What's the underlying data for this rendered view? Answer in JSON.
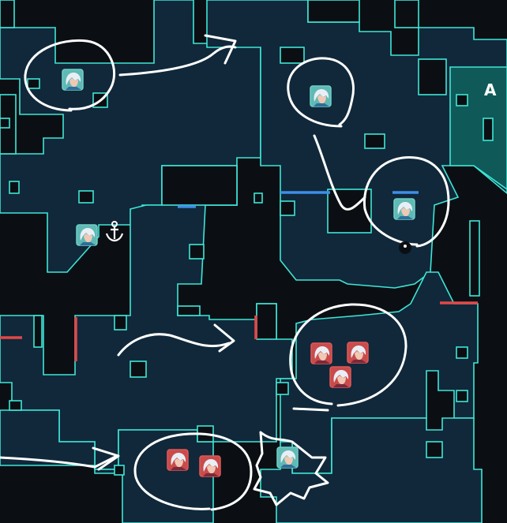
{
  "map": {
    "site_label": "A",
    "colors": {
      "background": "#0b0f14",
      "floor": "#10283a",
      "wall": "#3ee6d6",
      "site_zone": "#0f5a58",
      "door_red": "#e24848",
      "door_blue": "#3d8ee8",
      "annotation": "#ffffff",
      "ally_frame": "#6fd0c8",
      "enemy_frame": "#e05858"
    },
    "icons": {
      "anchor": "anchor-icon",
      "spike": "spike-dot-icon"
    },
    "agents": [
      {
        "team": "ally",
        "icon": "agent-portrait-icon"
      },
      {
        "team": "ally",
        "icon": "agent-portrait-icon"
      },
      {
        "team": "ally",
        "icon": "agent-portrait-icon"
      },
      {
        "team": "ally",
        "icon": "agent-portrait-icon"
      },
      {
        "team": "ally",
        "icon": "agent-portrait-icon"
      },
      {
        "team": "enemy",
        "icon": "agent-portrait-icon"
      },
      {
        "team": "enemy",
        "icon": "agent-portrait-icon"
      },
      {
        "team": "enemy",
        "icon": "agent-portrait-icon"
      },
      {
        "team": "enemy",
        "icon": "agent-portrait-icon"
      },
      {
        "team": "enemy",
        "icon": "agent-portrait-icon"
      }
    ]
  }
}
